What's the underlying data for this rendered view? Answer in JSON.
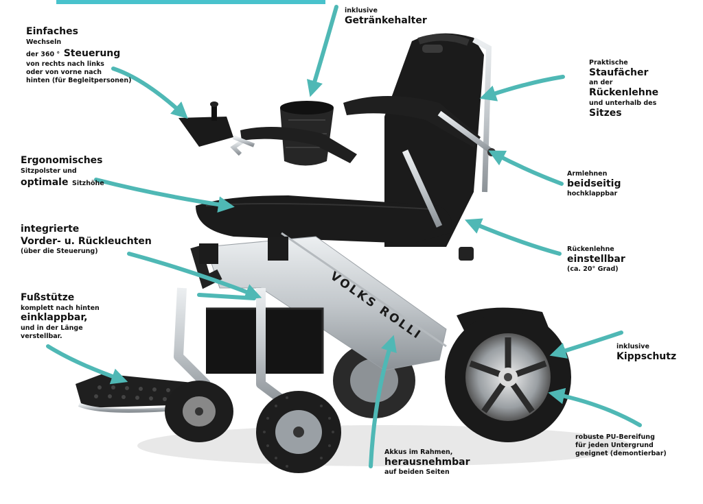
{
  "brand": {
    "logo_text": "VOLKS ROLLI"
  },
  "colors": {
    "arrow": "#4fb8b5",
    "accent_bar": "#48c2cc",
    "frame": "#c9cdd0",
    "seat": "#1b1b1b"
  },
  "callouts": {
    "cupholder": {
      "line1": "inklusive",
      "line2": "Getränkehalter"
    },
    "control": {
      "line1": "Einfaches",
      "line2": "Wechseln",
      "line3a": "der 360 °",
      "line3b": "Steuerung",
      "line4": "von rechts nach links",
      "line5": "oder von vorne nach",
      "line6": "hinten (für Begleitpersonen)"
    },
    "storage": {
      "line1": "Praktische",
      "line2": "Staufächer",
      "line3": "an der",
      "line4": "Rückenlehne",
      "line5": "und unterhalb des",
      "line6": "Sitzes"
    },
    "seat": {
      "line1": "Ergonomisches",
      "line2": "Sitzpolster und",
      "line3a": "optimale",
      "line3b": "Sitzhöhe"
    },
    "armrest": {
      "line1": "Armlehnen",
      "line2": "beidseitig",
      "line3": "hochklappbar"
    },
    "lights": {
      "line1": "integrierte",
      "line2": "Vorder- u. Rückleuchten",
      "line3": "(über die Steuerung)"
    },
    "backrest": {
      "line1": "Rückenlehne",
      "line2": "einstellbar",
      "line3": "(ca. 20° Grad)"
    },
    "footrest": {
      "line1": "Fußstütze",
      "line2": "komplett nach hinten",
      "line3": "einklappbar,",
      "line4": "und in der Länge",
      "line5": "verstellbar."
    },
    "antitip": {
      "line1": "inklusive",
      "line2": "Kippschutz"
    },
    "tires": {
      "line1": "robuste PU-Bereifung",
      "line2": "für jeden Untergrund",
      "line3": "geeignet (demontierbar)"
    },
    "battery": {
      "line1": "Akkus im Rahmen,",
      "line2": "herausnehmbar",
      "line3": "auf beiden Seiten"
    }
  }
}
